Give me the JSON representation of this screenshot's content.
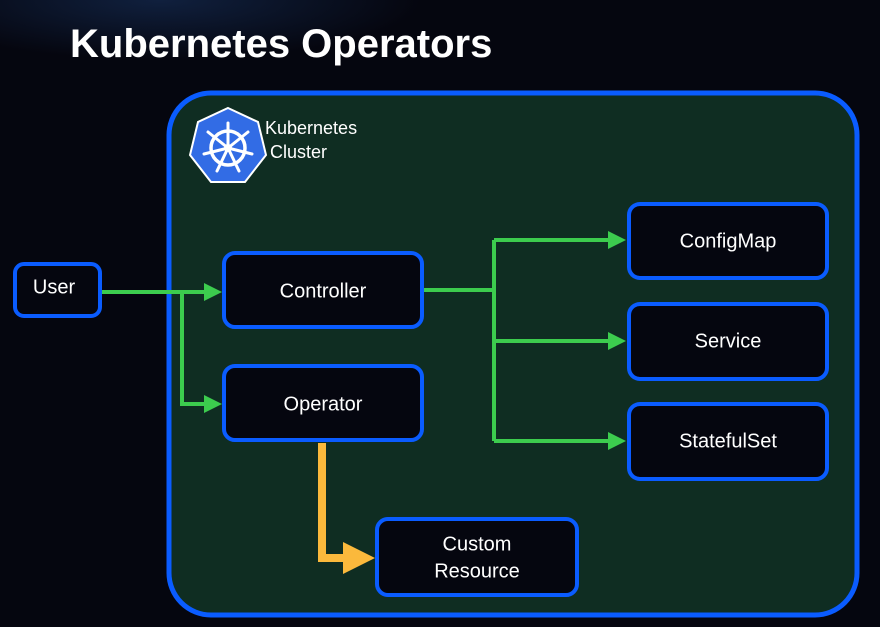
{
  "title": "Kubernetes Operators",
  "cluster": {
    "label_line1": "Kubernetes",
    "label_line2": "Cluster",
    "logo_icon": "kubernetes-helm-icon"
  },
  "nodes": {
    "user": "User",
    "controller": "Controller",
    "operator": "Operator",
    "configmap": "ConfigMap",
    "service": "Service",
    "statefulset": "StatefulSet",
    "custom_resource_line1": "Custom",
    "custom_resource_line2": "Resource"
  },
  "colors": {
    "background": "#05060f",
    "cluster_fill": "#0f2d22",
    "border": "#0a5cff",
    "green_arrow": "#3ccc4e",
    "yellow_arrow": "#fbb93c",
    "logo": "#326ce5"
  }
}
